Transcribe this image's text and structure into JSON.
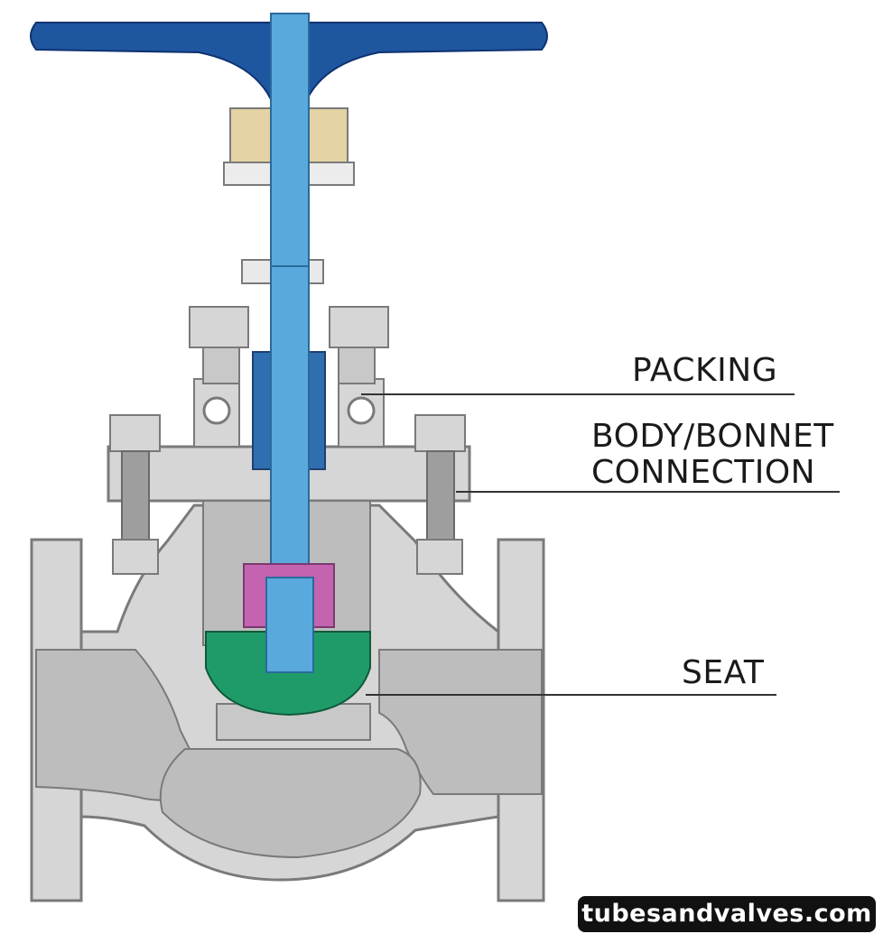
{
  "labels": {
    "packing": "PACKING",
    "body_bonnet_line1": "BODY/BONNET",
    "body_bonnet_line2": "CONNECTION",
    "seat": "SEAT"
  },
  "watermark": "tubesandvalves.com",
  "colors": {
    "body": "#d6d6d6",
    "body_dark": "#bdbdbd",
    "body_outline": "#7a7a7a",
    "handwheel": "#1f56a0",
    "stem": "#5aa9dc",
    "disc": "#1f9b6a",
    "disc_nut": "#c463b0",
    "gland_tan": "#e4d2a4",
    "leader_line": "#333333"
  }
}
